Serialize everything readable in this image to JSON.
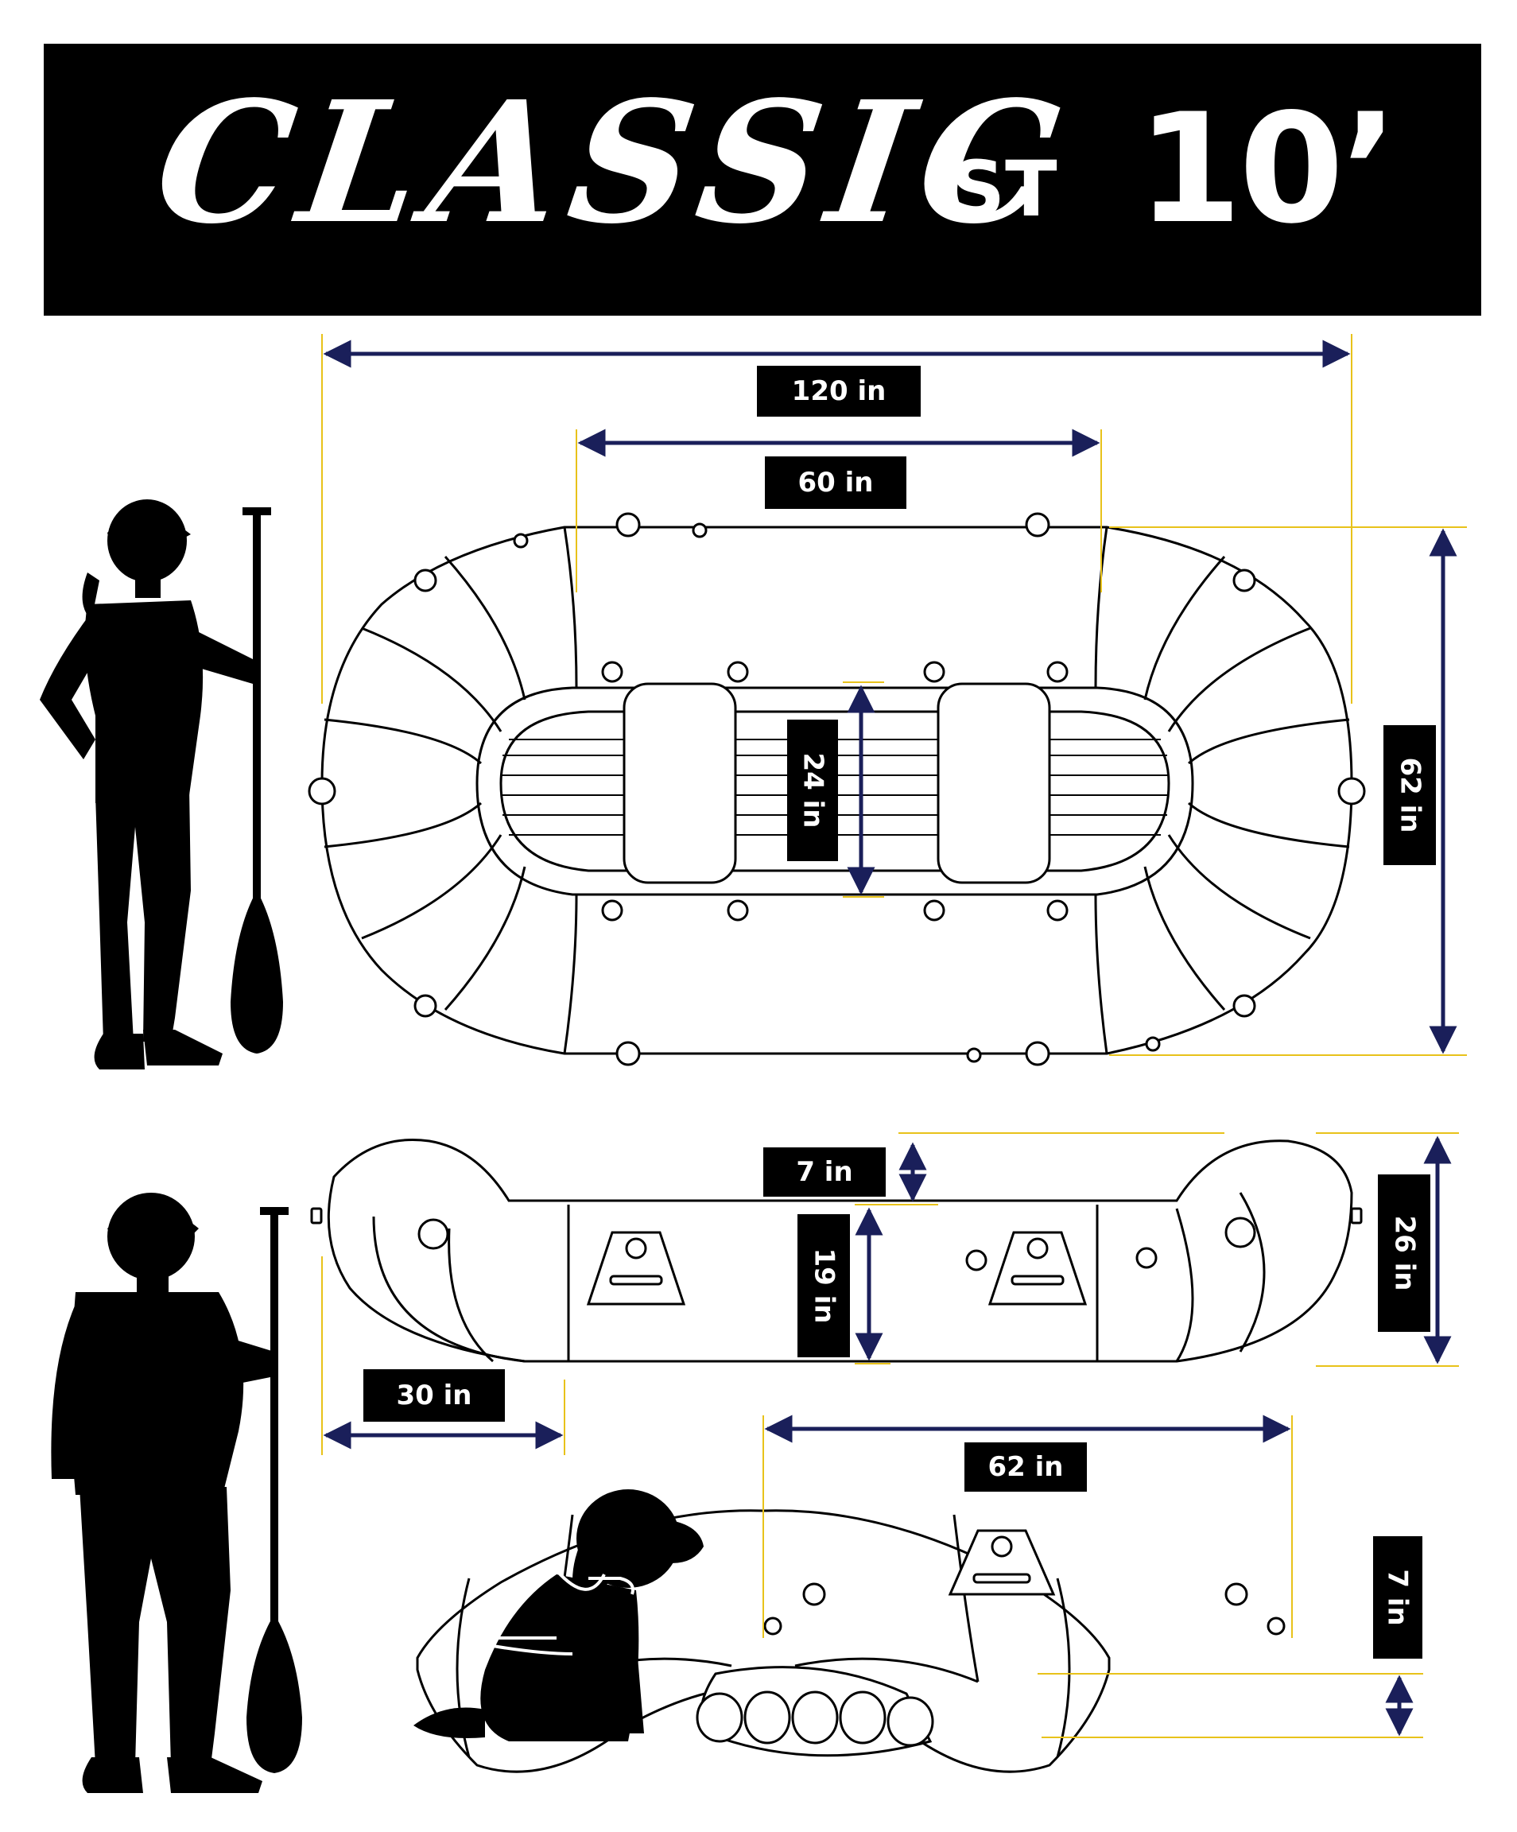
{
  "title": {
    "model": "CLASSIC",
    "variant": "ST",
    "size": "10’"
  },
  "dimensions": {
    "top_view": {
      "overall_length": "120 in",
      "floor_length": "60 in",
      "floor_width": "24 in",
      "overall_width": "62 in"
    },
    "side_view": {
      "tube_rise": "7 in",
      "tube_diameter": "19 in",
      "overall_height": "26 in",
      "bow_length": "30 in"
    },
    "end_view": {
      "overall_width": "62 in",
      "top_clearance": "7 in"
    }
  },
  "colors": {
    "banner": "#000000",
    "dimension_arrow": "#1a1f5a",
    "extension_line": "#e8c21a",
    "outline": "#000000"
  },
  "figures": {
    "person_female": "woman-with-paddle-silhouette",
    "person_male": "man-with-paddle-silhouette",
    "dog": "dog-with-life-vest-silhouette"
  }
}
